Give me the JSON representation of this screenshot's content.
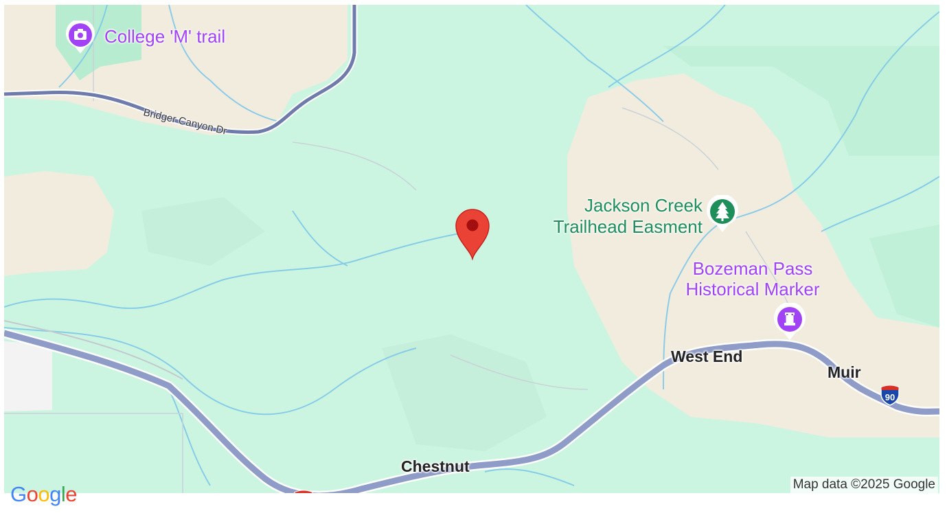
{
  "map": {
    "pois": {
      "college_m_trail": "College 'M' trail",
      "jackson_creek_line1": "Jackson Creek",
      "jackson_creek_line2": "Trailhead Easment",
      "bozeman_pass_line1": "Bozeman Pass",
      "bozeman_pass_line2": "Historical Marker"
    },
    "places": {
      "west_end": "West End",
      "muir": "Muir",
      "chestnut": "Chestnut"
    },
    "roads": {
      "bridger_canyon": "Bridger Canyon Dr",
      "interstate_number": "90"
    },
    "logo": {
      "letters": [
        "G",
        "o",
        "o",
        "g",
        "l",
        "e"
      ]
    },
    "attribution": "Map data ©2025 Google",
    "colors": {
      "park_green": "#ccf5e1",
      "land_tan": "#f2ecdf",
      "water_blue": "#7fc8e8",
      "highway": "#8e9cc7",
      "marker_red": "#ea4335",
      "poi_purple": "#a142f4",
      "poi_green": "#1e8e5a"
    }
  }
}
